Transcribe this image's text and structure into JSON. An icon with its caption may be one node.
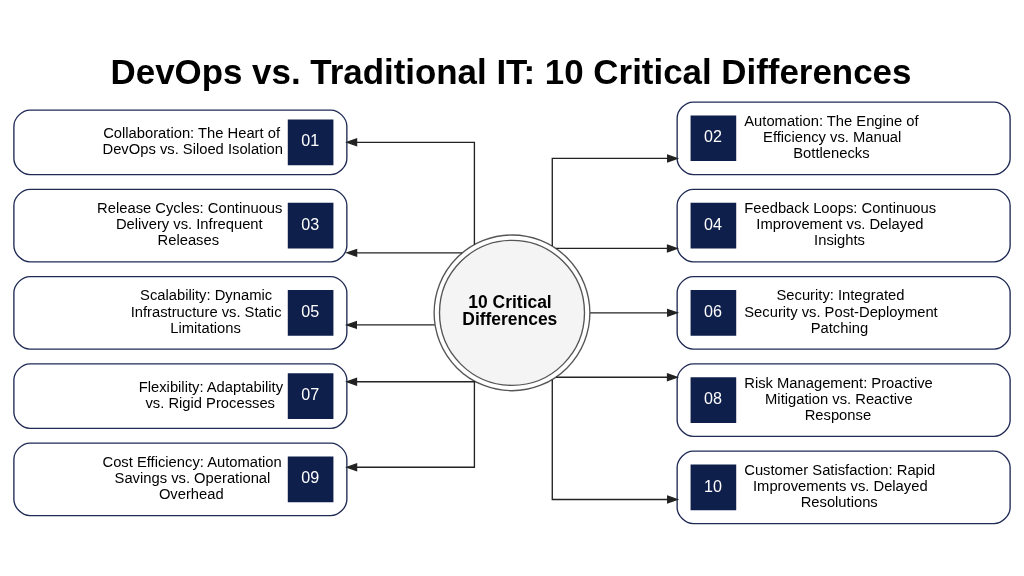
{
  "diagram": {
    "title": "DevOps vs. Traditional IT: 10 Critical Differences",
    "nodes": [
      {
        "text": [
          "10 Critical Differences"
        ]
      },
      {
        "text": [
          "Collaboration: The Heart of DevOps vs. Siloed Isolation",
          "01"
        ]
      },
      {
        "text": [
          "02",
          "Automation: The Engine of Efficiency vs. Manual Bottlenecks"
        ]
      },
      {
        "text": [
          "Release Cycles: Continuous Delivery vs. Infrequent Releases",
          "03"
        ]
      },
      {
        "text": [
          "04",
          "Feedback Loops: Continuous Improvement vs. Delayed Insights"
        ]
      },
      {
        "text": [
          "Scalability: Dynamic Infrastructure vs. Static Limitations",
          "05"
        ]
      },
      {
        "text": [
          "06",
          "Security: Integrated Security vs. Post-Deployment Patching"
        ]
      },
      {
        "text": [
          "Flexibility: Adaptability vs. Rigid Processes",
          "07"
        ]
      },
      {
        "text": [
          "08",
          "Risk Management: Proactive Mitigation vs. Reactive Response"
        ]
      },
      {
        "text": [
          "Cost Efficiency: Automation Savings vs. Operational Overhead",
          "09"
        ]
      },
      {
        "text": [
          "10",
          "Customer Satisfaction: Rapid Improvements vs. Delayed Resolutions"
        ]
      }
    ],
    "edges": [
      {
        "from": 0,
        "to": 1,
        "arrow": "to"
      },
      {
        "from": 0,
        "to": 2,
        "arrow": "to"
      },
      {
        "from": 0,
        "to": 3,
        "arrow": "to"
      },
      {
        "from": 0,
        "to": 4,
        "arrow": "to"
      },
      {
        "from": 0,
        "to": 5,
        "arrow": "to"
      },
      {
        "from": 0,
        "to": 6,
        "arrow": "to"
      },
      {
        "from": 0,
        "to": 7,
        "arrow": "to"
      },
      {
        "from": 0,
        "to": 8,
        "arrow": "to"
      },
      {
        "from": 0,
        "to": 9,
        "arrow": "to"
      },
      {
        "from": 0,
        "to": 10,
        "arrow": "to"
      }
    ]
  }
}
